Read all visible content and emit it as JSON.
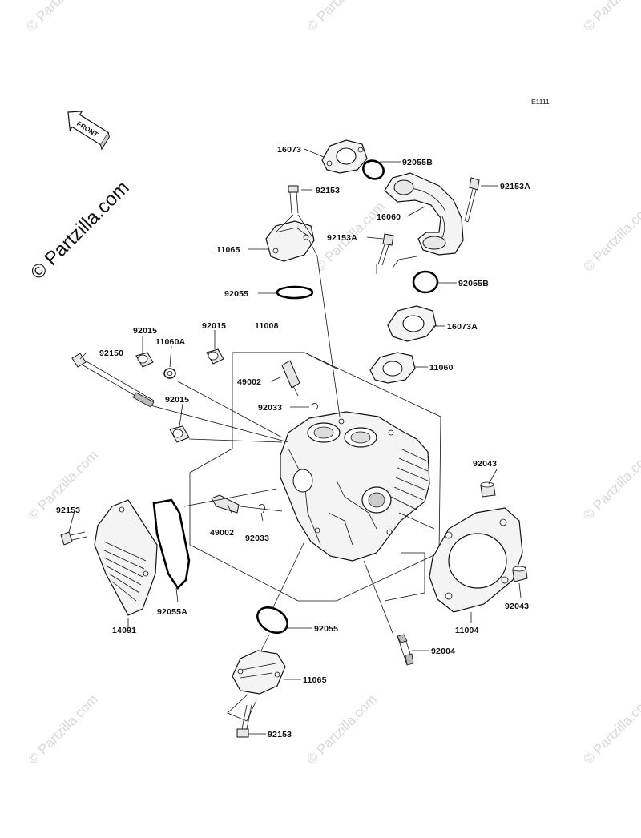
{
  "ref_code": "E1111",
  "front_label": "FRONT",
  "watermark_main": "© Partzilla.com",
  "watermark_small": "© Partzilla.com",
  "callouts": {
    "c16073": "16073",
    "c92055B_top": "92055B",
    "c92153A_right": "92153A",
    "c92153_top": "92153",
    "c16060": "16060",
    "c92153A_mid": "92153A",
    "c11065_top": "11065",
    "c92055B_mid": "92055B",
    "c92055_top": "92055",
    "c16073A": "16073A",
    "c92015_a": "92015",
    "c92015_b": "92015",
    "c11008": "11008",
    "c11060A": "11060A",
    "c92150": "92150",
    "c11060": "11060",
    "c49002_top": "49002",
    "c92015_c": "92015",
    "c92033_top": "92033",
    "c92043_top": "92043",
    "c92153_left": "92153",
    "c49002_bot": "49002",
    "c92033_bot": "92033",
    "c92055A": "92055A",
    "c14091": "14091",
    "c11004": "11004",
    "c92043_bot": "92043",
    "c92055_bot": "92055",
    "c92004": "92004",
    "c11065_bot": "11065",
    "c92153_bot": "92153"
  }
}
